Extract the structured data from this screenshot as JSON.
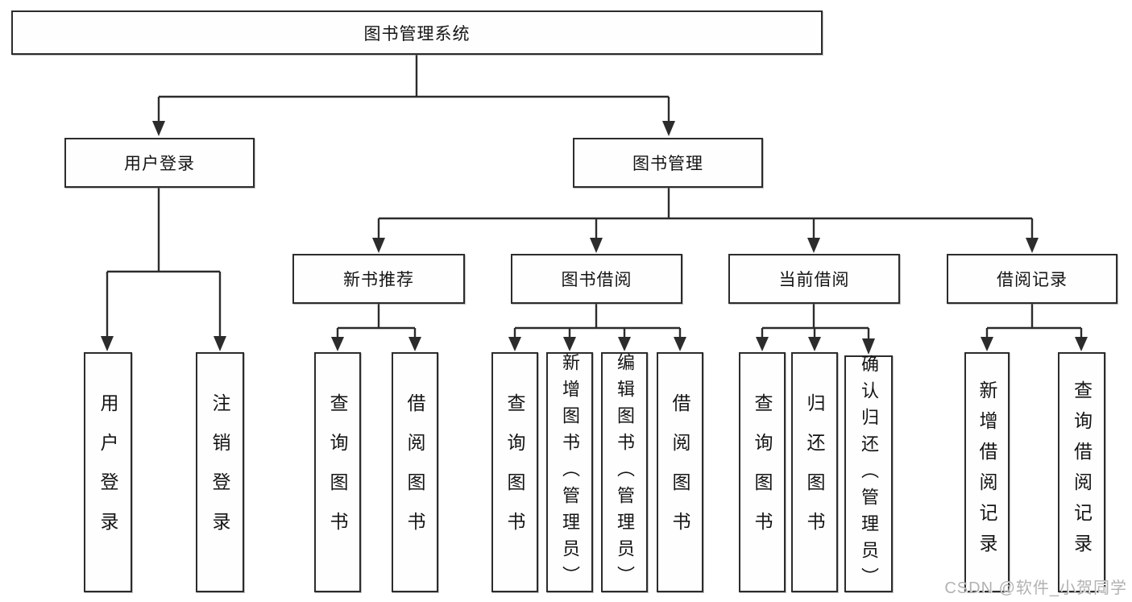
{
  "nodes": {
    "root": "图书管理系统",
    "user_login": "用户登录",
    "book_mgmt": "图书管理",
    "new_book_rec": "新书推荐",
    "book_borrow": "图书借阅",
    "current_borrow": "当前借阅",
    "borrow_records": "借阅记录",
    "user_login_leaf": "用户登录",
    "logout_leaf": "注销登录",
    "nb_query_books": "查询图书",
    "nb_borrow_books": "借阅图书",
    "bb_query_books": "查询图书",
    "bb_add_books": "新增图书（管理员）",
    "bb_edit_books": "编辑图书（管理员）",
    "bb_borrow_books": "借阅图书",
    "cb_query_books": "查询图书",
    "cb_return_books": "归还图书",
    "cb_confirm_return": "确认归还（管理员）",
    "br_add_record": "新增借阅记录",
    "br_query_record": "查询借阅记录"
  },
  "colors": {
    "box_border": "#2c2c2c",
    "connector": "#2c2c2c",
    "text": "#141414",
    "background": "#ffffff",
    "watermark": "#b2b2b2"
  },
  "watermark": "CSDN @软件_小贺同学"
}
